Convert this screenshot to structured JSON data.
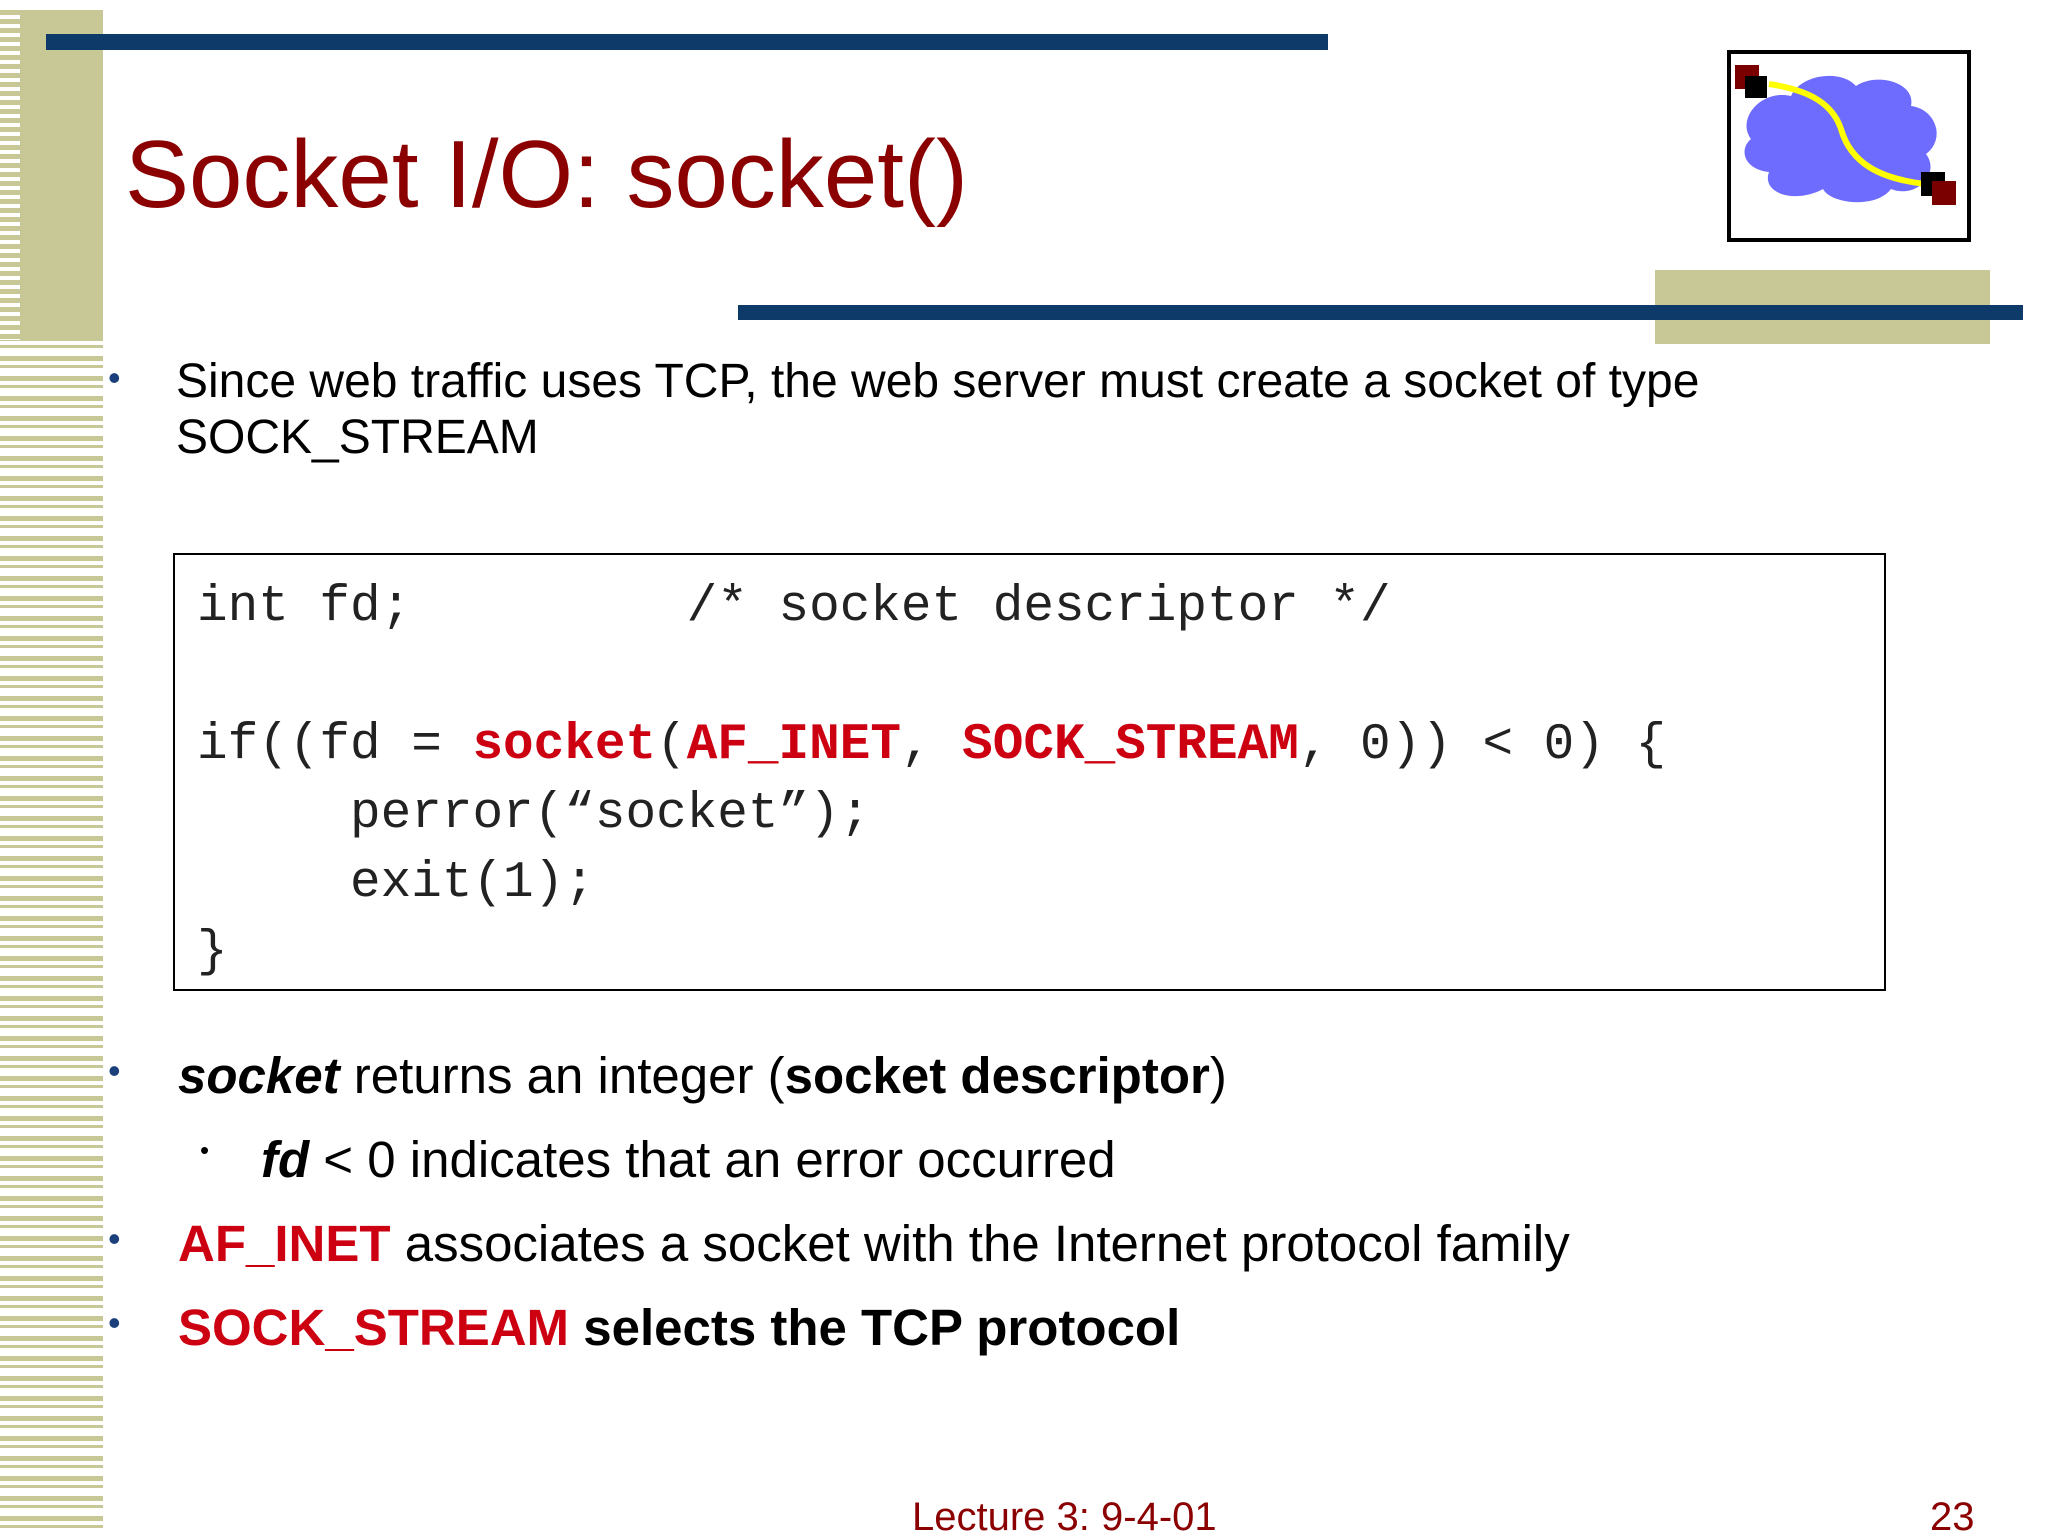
{
  "slide": {
    "title": "Socket I/O: socket()",
    "bullets": {
      "b1_line1": "Since web traffic uses TCP, the web server must create a socket of type",
      "b1_line2": "SOCK_STREAM",
      "b2_em": "socket",
      "b2_mid": " returns an integer (",
      "b2_strong": "socket descriptor",
      "b2_end": ")",
      "b2_sub_em": "fd",
      "b2_sub_rest": " < 0 indicates that an error occurred",
      "b3_red": "AF_INET",
      "b3_rest": " associates a socket with the Internet protocol family",
      "b4_red": "SOCK_STREAM",
      "b4_rest": " selects the TCP protocol"
    },
    "code": {
      "line1": "int fd;         /* socket descriptor */",
      "line3_a": "if((fd = ",
      "line3_kw1": "socket",
      "line3_b": "(",
      "line3_kw2": "AF_INET",
      "line3_c": ", ",
      "line3_kw3": "SOCK_STREAM",
      "line3_d": ", 0)) < 0) {",
      "line4": "     perror(“socket”);",
      "line5": "     exit(1);",
      "line6": "}"
    },
    "footer": {
      "center": "Lecture 3: 9-4-01",
      "page_number": "23"
    },
    "colors": {
      "title": "#8b0000",
      "accent_red": "#cc0011",
      "navy_rule": "#0e3a6a",
      "khaki": "#c8c896",
      "bullet": "#1a3f7a"
    }
  }
}
